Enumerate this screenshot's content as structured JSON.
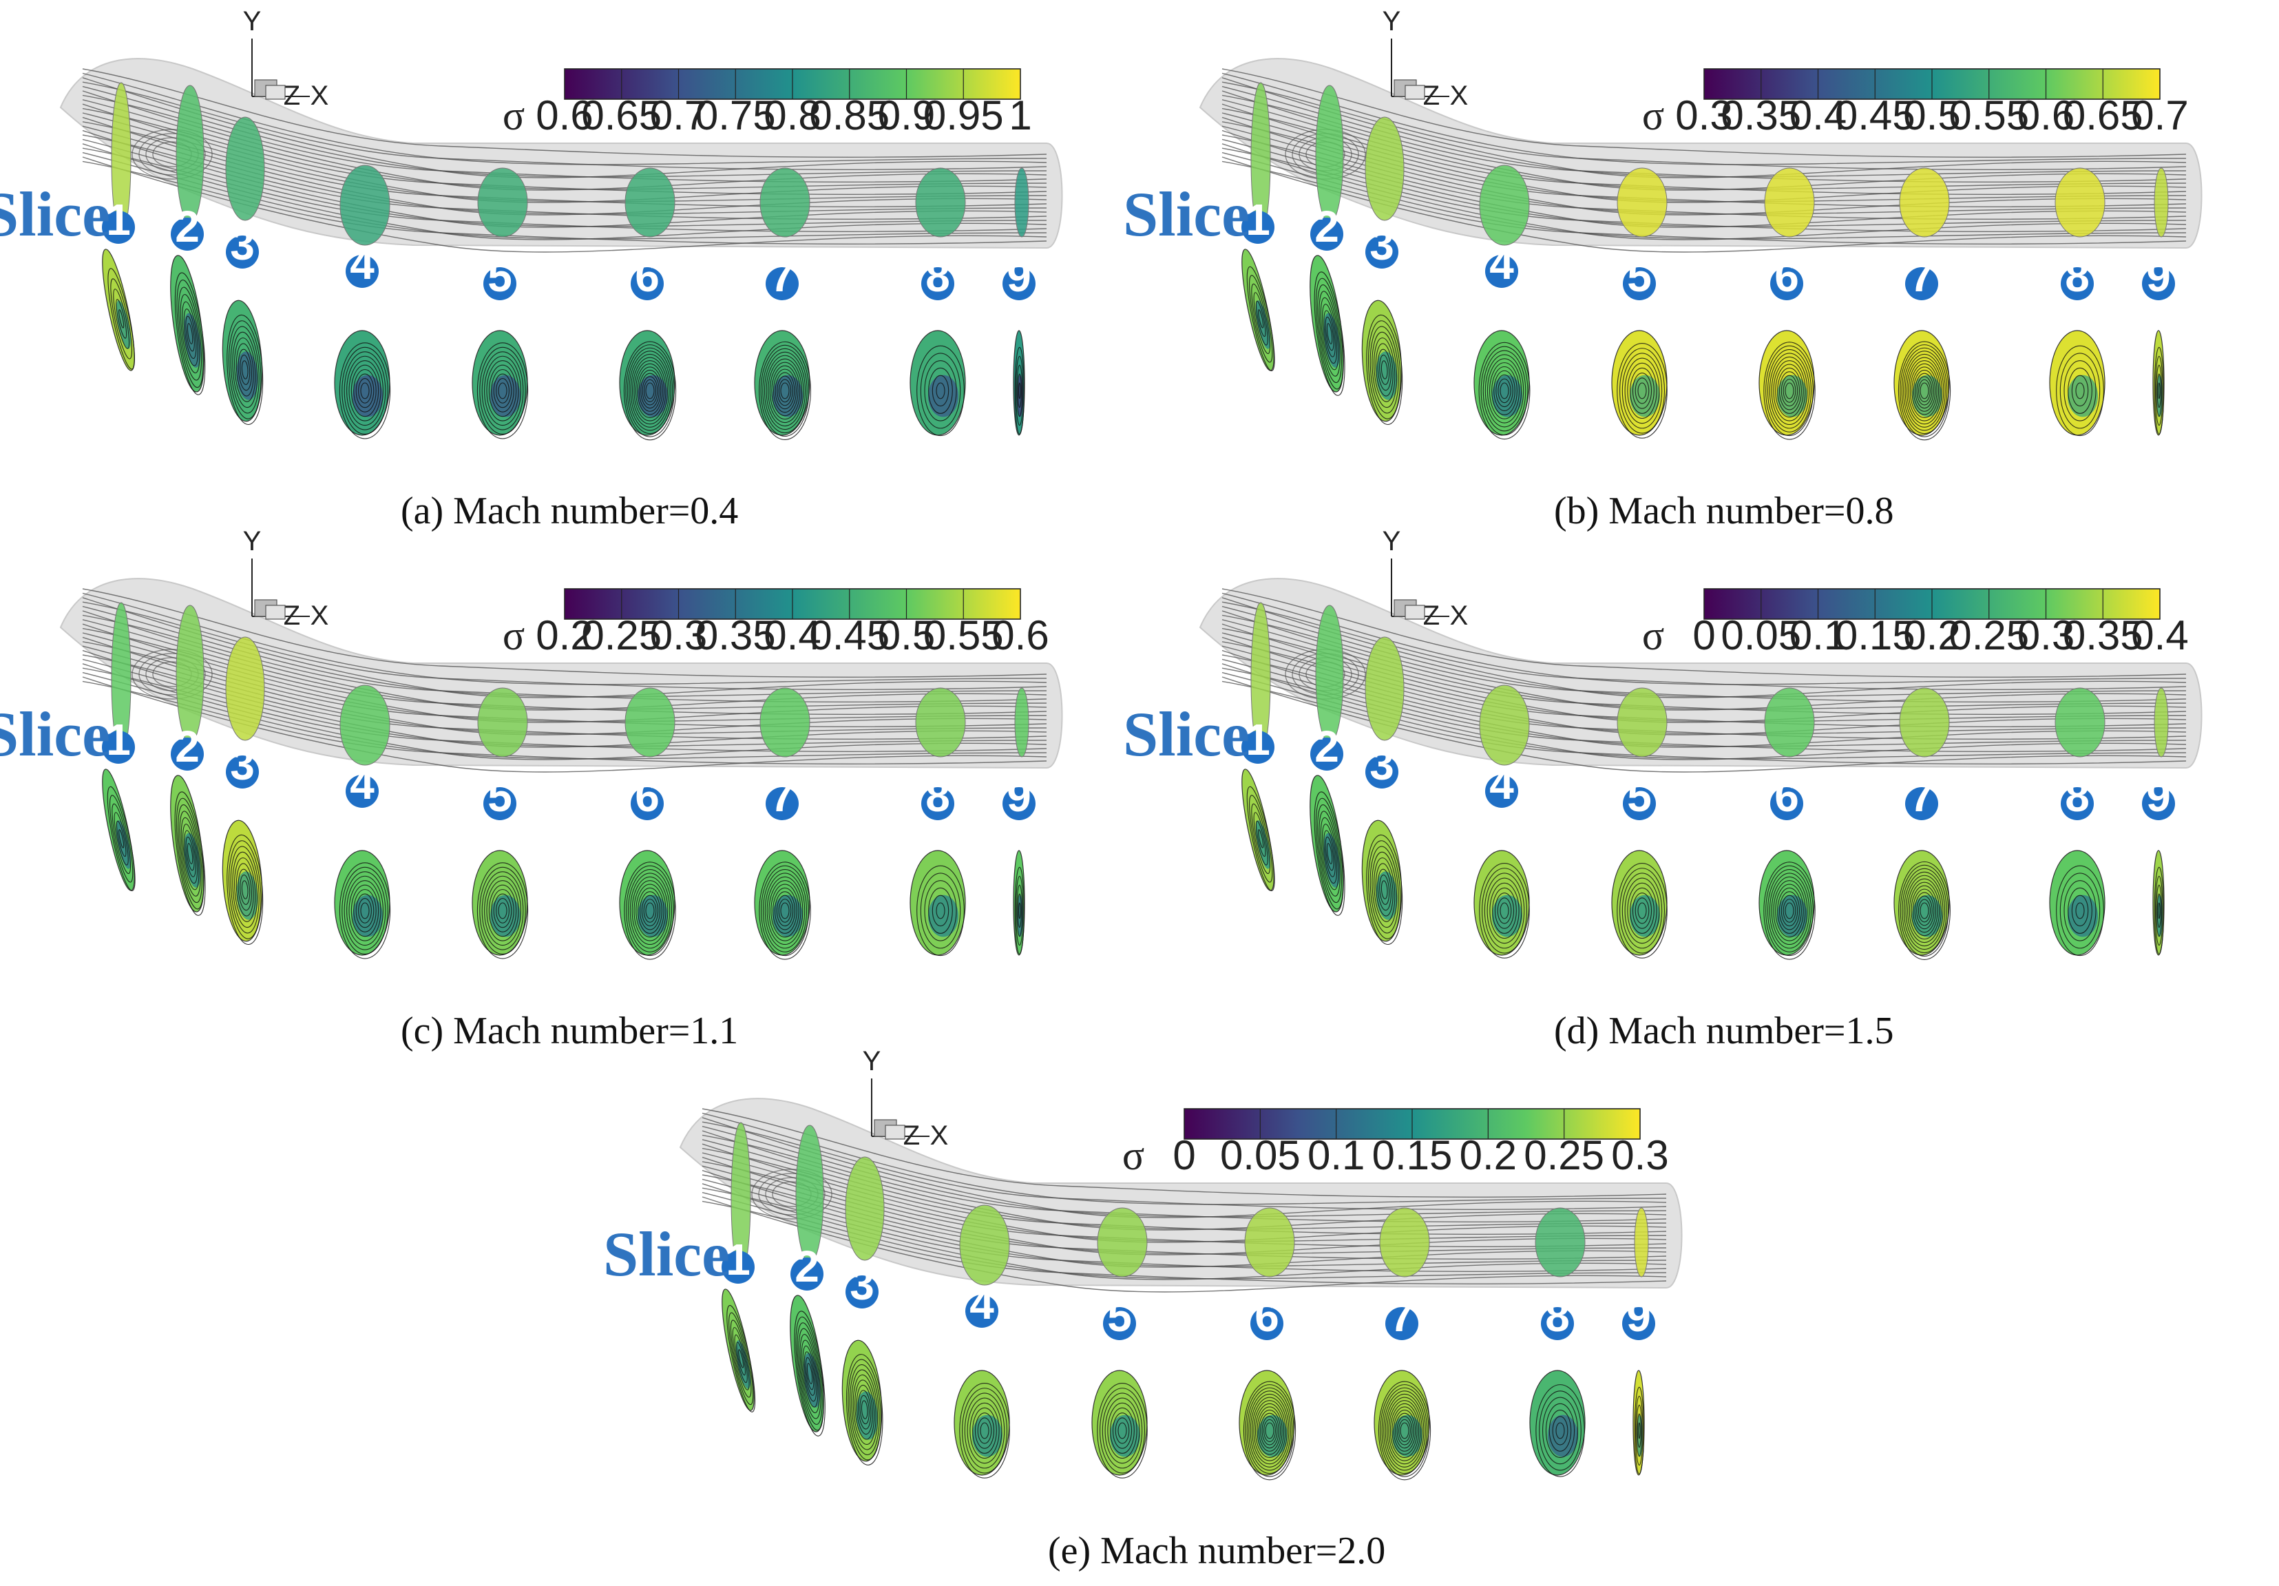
{
  "figure": {
    "slice_word": "Slice",
    "slice_numbers": [
      "1",
      "2",
      "3",
      "4",
      "5",
      "6",
      "7",
      "8",
      "9"
    ],
    "axis_labels": {
      "y": "Y",
      "z": "Z",
      "x": "X"
    },
    "colorbar_symbol": "σ",
    "colormap": [
      "#440154",
      "#3b528b",
      "#21918c",
      "#5ec962",
      "#fde725"
    ],
    "badge_color": "#1f6fc5",
    "slice_word_color": "#2f74c0",
    "duct_color": "#d9d9d9",
    "streamline_color": "#4a4a4a"
  },
  "panels": [
    {
      "id": "a",
      "caption": "(a) Mach number=0.4",
      "colorbar_ticks": [
        "0.6",
        "0.65",
        "0.7",
        "0.75",
        "0.8",
        "0.85",
        "0.9",
        "0.95",
        "1"
      ],
      "slice_sigma": [
        0.95,
        0.88,
        0.86,
        0.84,
        0.85,
        0.85,
        0.86,
        0.85,
        0.82
      ],
      "vortex_density": [
        0.1,
        0.4,
        0.5,
        0.6,
        0.6,
        1.0,
        0.9,
        0.2,
        0.1
      ]
    },
    {
      "id": "b",
      "caption": "(b) Mach number=0.8",
      "colorbar_ticks": [
        "0.3",
        "0.35",
        "0.4",
        "0.45",
        "0.5",
        "0.55",
        "0.6",
        "0.65",
        "0.7"
      ],
      "slice_sigma": [
        0.62,
        0.6,
        0.64,
        0.6,
        0.68,
        0.68,
        0.68,
        0.68,
        0.66
      ],
      "vortex_density": [
        0.2,
        0.5,
        0.5,
        0.7,
        0.5,
        0.8,
        1.0,
        0.2,
        0.1
      ]
    },
    {
      "id": "c",
      "caption": "(c) Mach number=1.1",
      "colorbar_ticks": [
        "0.2",
        "0.25",
        "0.3",
        "0.35",
        "0.4",
        "0.45",
        "0.5",
        "0.55",
        "0.6"
      ],
      "slice_sigma": [
        0.5,
        0.52,
        0.56,
        0.5,
        0.52,
        0.5,
        0.5,
        0.52,
        0.5
      ],
      "vortex_density": [
        0.2,
        0.5,
        0.5,
        0.6,
        0.6,
        0.8,
        0.8,
        0.2,
        0.1
      ]
    },
    {
      "id": "d",
      "caption": "(d) Mach number=1.5",
      "colorbar_ticks": [
        "0",
        "0.05",
        "0.1",
        "0.15",
        "0.2",
        "0.25",
        "0.3",
        "0.35",
        "0.4"
      ],
      "slice_sigma": [
        0.34,
        0.3,
        0.34,
        0.34,
        0.34,
        0.3,
        0.34,
        0.3,
        0.34
      ],
      "vortex_density": [
        0.2,
        0.5,
        0.5,
        0.5,
        0.5,
        0.8,
        0.9,
        0.2,
        0.1
      ]
    },
    {
      "id": "e",
      "caption": "(e) Mach number=2.0",
      "colorbar_ticks": [
        "0",
        "0.05",
        "0.1",
        "0.15",
        "0.2",
        "0.25",
        "0.3"
      ],
      "slice_sigma": [
        0.24,
        0.22,
        0.25,
        0.25,
        0.25,
        0.26,
        0.26,
        0.2,
        0.28
      ],
      "vortex_density": [
        0.3,
        0.6,
        0.6,
        0.5,
        0.5,
        1.0,
        1.0,
        0.3,
        0.1
      ]
    }
  ]
}
